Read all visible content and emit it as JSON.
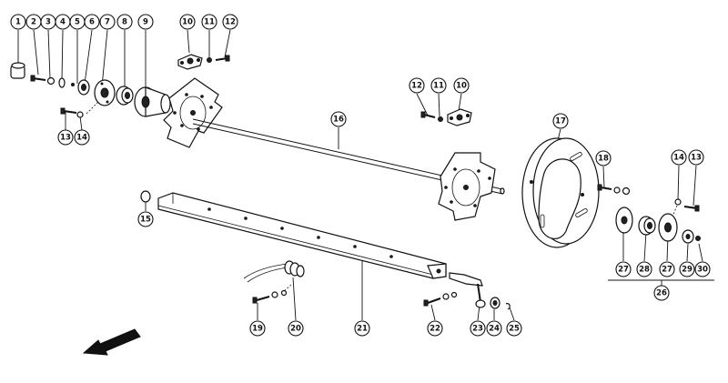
{
  "diagram": {
    "callouts": [
      {
        "id": "c1",
        "text": "1"
      },
      {
        "id": "c2",
        "text": "2"
      },
      {
        "id": "c3",
        "text": "3"
      },
      {
        "id": "c4",
        "text": "4"
      },
      {
        "id": "c5",
        "text": "5"
      },
      {
        "id": "c6",
        "text": "6"
      },
      {
        "id": "c7",
        "text": "7"
      },
      {
        "id": "c8",
        "text": "8"
      },
      {
        "id": "c9",
        "text": "9"
      },
      {
        "id": "c10a",
        "text": "10"
      },
      {
        "id": "c11a",
        "text": "11"
      },
      {
        "id": "c12a",
        "text": "12"
      },
      {
        "id": "c13a",
        "text": "13"
      },
      {
        "id": "c14a",
        "text": "14"
      },
      {
        "id": "c12b",
        "text": "12"
      },
      {
        "id": "c11b",
        "text": "11"
      },
      {
        "id": "c10b",
        "text": "10"
      },
      {
        "id": "c16",
        "text": "16"
      },
      {
        "id": "c17",
        "text": "17"
      },
      {
        "id": "c18",
        "text": "18"
      },
      {
        "id": "c14b",
        "text": "14"
      },
      {
        "id": "c13b",
        "text": "13"
      },
      {
        "id": "c15",
        "text": "15"
      },
      {
        "id": "c27a",
        "text": "27"
      },
      {
        "id": "c28",
        "text": "28"
      },
      {
        "id": "c27b",
        "text": "27"
      },
      {
        "id": "c29",
        "text": "29"
      },
      {
        "id": "c30",
        "text": "30"
      },
      {
        "id": "c26",
        "text": "26"
      },
      {
        "id": "c19",
        "text": "19"
      },
      {
        "id": "c20",
        "text": "20"
      },
      {
        "id": "c21",
        "text": "21"
      },
      {
        "id": "c22",
        "text": "22"
      },
      {
        "id": "c23",
        "text": "23"
      },
      {
        "id": "c24",
        "text": "24"
      },
      {
        "id": "c25",
        "text": "25"
      }
    ]
  }
}
